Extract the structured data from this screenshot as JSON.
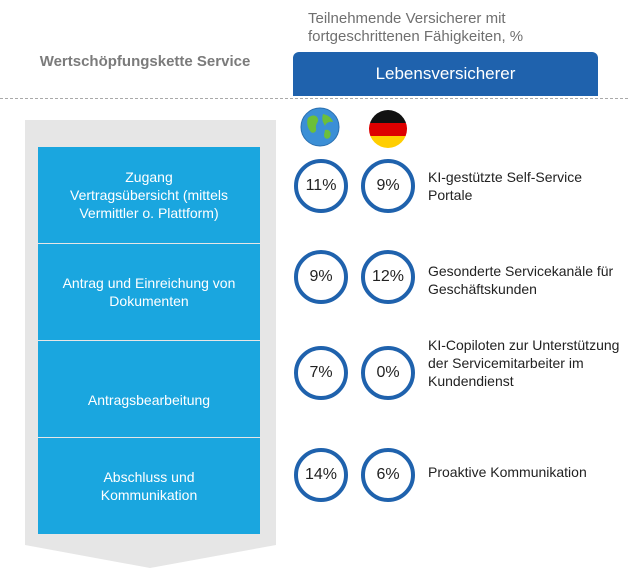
{
  "header": {
    "subtitle": "Teilnehmende Versicherer mit fortgeschrittenen Fähigkeiten, %",
    "chain_title": "Wertschöpfungskette Service",
    "column_label": "Lebensversicherer"
  },
  "icons": {
    "global": "globe-icon",
    "germany": "germany-flag-icon"
  },
  "colors": {
    "stage_fill": "#1aa6df",
    "chevron_bg": "#e6e6e6",
    "ring": "#1f62ad",
    "header_bar": "#1f62ad"
  },
  "stages": [
    {
      "label": "Zugang Vertragsübersicht (mittels Vermittler o. Plattform)"
    },
    {
      "label": "Antrag und Einreichung von Dokumenten"
    },
    {
      "label": "Antragsbearbeitung"
    },
    {
      "label": "Abschluss und Kommunikation"
    }
  ],
  "rows": [
    {
      "global": "11%",
      "germany": "9%",
      "feature": "KI-gestützte Self-Service Portale"
    },
    {
      "global": "9%",
      "germany": "12%",
      "feature": "Gesonderte Servicekanäle für Geschäftskunden"
    },
    {
      "global": "7%",
      "germany": "0%",
      "feature": "KI-Copiloten zur Unterstützung der Servicemitarbeiter im Kundendienst"
    },
    {
      "global": "14%",
      "germany": "6%",
      "feature": "Proaktive Kommunikation"
    }
  ]
}
